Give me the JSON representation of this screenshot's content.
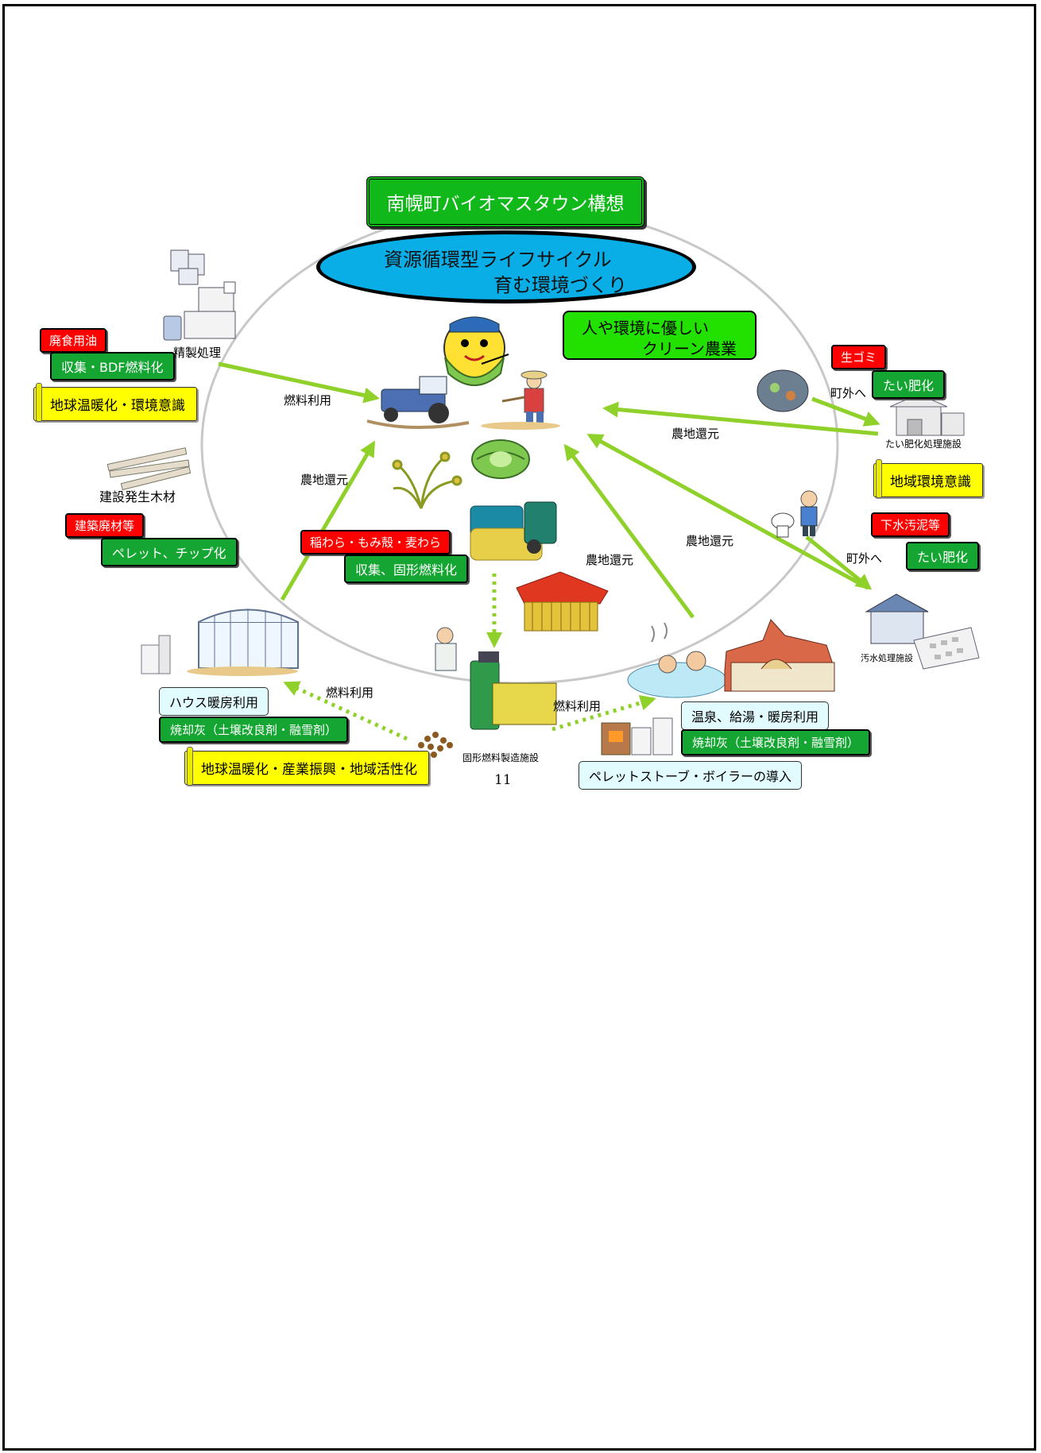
{
  "title": "南幌町バイオマスタウン構想",
  "theme": {
    "line1": "資源循環型ライフサイクル",
    "line2": "育む環境づくり"
  },
  "mascot_speech": {
    "line1": "人や環境に優しい",
    "line2": "クリーン農業"
  },
  "labels": {
    "waste_oil": "廃食用油",
    "bdf": "収集・BDF燃料化",
    "global_env": "地球温暖化・環境意識",
    "refining": "精製処理",
    "construction_wood": "建設発生木材",
    "construction_waste": "建築廃材等",
    "pellet_chip": "ペレット、チップ化",
    "straw": "稲わら・もみ殻・麦わら",
    "solid_fuel": "収集、固形燃料化",
    "garbage": "生ゴミ",
    "compost1": "たい肥化",
    "compost_facility": "たい肥化処理施設",
    "regional_env": "地域環境意識",
    "sewage_sludge": "下水汚泥等",
    "compost2": "たい肥化",
    "sewage_plant": "汚水処理施設",
    "house_heating": "ハウス暖房利用",
    "ash1": "焼却灰（土壌改良剤・融雪剤）",
    "regional_revitalization": "地球温暖化・産業振興・地域活性化",
    "solid_fuel_plant": "固形燃料製造施設",
    "hot_spring": "温泉、給湯・暖房利用",
    "ash2": "焼却灰（土壌改良剤・融雪剤）",
    "stove_boiler": "ペレットストーブ・ボイラーの導入"
  },
  "arrow_labels": {
    "fuel_use1": "燃料利用",
    "farm_return1": "農地還元",
    "farm_return2": "農地還元",
    "farm_return3": "農地還元",
    "farm_return4": "農地還元",
    "out_of_town1": "町外へ",
    "out_of_town2": "町外へ",
    "fuel_use2": "燃料利用",
    "fuel_use3": "燃料利用"
  },
  "page_number": "11",
  "colors": {
    "arrow": "#8fd12a",
    "circle": "#c8c8c8",
    "green_label": "#15a532",
    "red_label": "#ff0000",
    "yellow_label": "#ffff00",
    "cyan_label": "#e1fbff",
    "title_green": "#10b81a",
    "theme_blue": "#0aaee6"
  },
  "icons": [
    "tractor-icon",
    "farmer-icon",
    "rice-icon",
    "cabbage-icon",
    "hay-bale-icon",
    "barn-icon",
    "factory-icon",
    "lumber-icon",
    "greenhouse-icon",
    "compost-facility-icon",
    "garbage-bag-icon",
    "boy-toilet-icon",
    "sewage-plant-icon",
    "pellet-machine-icon",
    "hot-spring-icon",
    "stove-icon",
    "mascot-icon"
  ]
}
